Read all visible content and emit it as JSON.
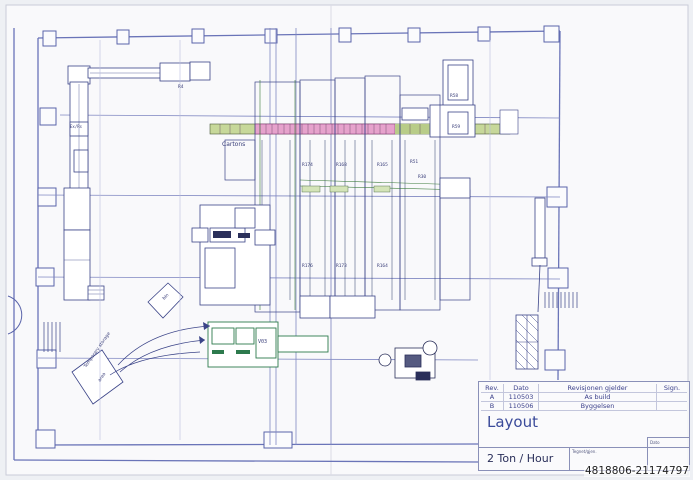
{
  "labels": {
    "cartons": "Cartons",
    "tag_left": "Ex/Rs",
    "tag_top1": "R58",
    "tag_top2": "R59",
    "tag_r4": "R4",
    "tag_r174": "R174",
    "tag_r168": "R168",
    "tag_r165": "R165",
    "tag_r51": "R51",
    "tag_r176": "R176",
    "tag_r173": "R173",
    "tag_r164": "R164",
    "tag_r30": "R30",
    "tag_v03": "V03",
    "dock_label": "Temporary storage",
    "dock_label2": "area",
    "bin_label": "bin"
  },
  "title_block": {
    "rev_header": {
      "rev": "Rev.",
      "date": "Dato",
      "desc": "Revisjonen gjelder",
      "sign": "Sign."
    },
    "rev_rows": [
      {
        "rev": "A",
        "date": "110503",
        "desc": "As build",
        "sign": ""
      },
      {
        "rev": "B",
        "date": "110506",
        "desc": "Byggelsen",
        "sign": ""
      }
    ],
    "title": "Layout",
    "capacity": "2 Ton / Hour",
    "small_1": "Tegnet/gjen.",
    "small_2": "Dato"
  },
  "watermark": "4818806-21174797"
}
